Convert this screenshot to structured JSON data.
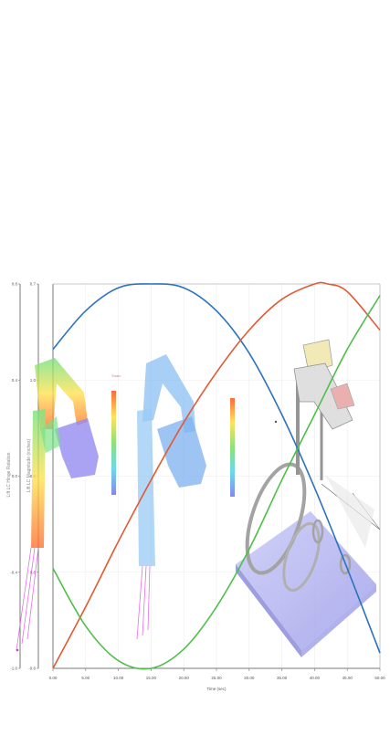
{
  "chart_data": {
    "type": "line",
    "xlabel": "Time (sec)",
    "x_ticks": [
      "0.00",
      "5.00",
      "10.00",
      "15.00",
      "20.00",
      "25.00",
      "30.00",
      "35.00",
      "40.00",
      "45.00",
      "50.00"
    ],
    "xlim": [
      0,
      50
    ],
    "axes": [
      {
        "label": "Lift LC Hinge Rotation",
        "ticks": [
          "0.8",
          "0.4",
          "0.0",
          "-0.4",
          "-0.8",
          "-1.0"
        ]
      },
      {
        "label": "Lift LC Magnitude (inches)",
        "ticks": [
          "0.7",
          "1.0",
          "0.8",
          "0.6",
          "0.4",
          "-0.6"
        ]
      }
    ],
    "series_styles": [
      {
        "color": "#2a73c0"
      },
      {
        "color": "#e05a33"
      },
      {
        "color": "#4fbf4a"
      }
    ],
    "series": [
      {
        "x": [
          0,
          5,
          10,
          15,
          20,
          25,
          30,
          35,
          40,
          45,
          50
        ],
        "y": [
          0.83,
          0.93,
          0.99,
          1.0,
          0.99,
          0.93,
          0.82,
          0.66,
          0.47,
          0.26,
          0.04
        ]
      },
      {
        "x": [
          0,
          5,
          10,
          15,
          20,
          25,
          30,
          35,
          40,
          42,
          45,
          50
        ],
        "y": [
          0.0,
          0.16,
          0.33,
          0.49,
          0.64,
          0.77,
          0.88,
          0.96,
          1.0,
          1.0,
          0.98,
          0.88
        ]
      },
      {
        "x": [
          0,
          5,
          10,
          15,
          20,
          25,
          30,
          35,
          40,
          45,
          50
        ],
        "y": [
          0.26,
          0.11,
          0.02,
          0.0,
          0.05,
          0.16,
          0.31,
          0.49,
          0.66,
          0.83,
          0.97
        ]
      }
    ],
    "grid": true,
    "legend_names": []
  },
  "overlay": {
    "legend_a_title": "Strain",
    "legend_b_title": "",
    "colors": {
      "frame_blue": "#7fa8f0",
      "frame_green": "#6ee07a",
      "frame_violet": "#8a7ff0",
      "magenta": "#e060e0",
      "platform": "#b8b8f4",
      "wheel": "#9a9a9a"
    }
  }
}
